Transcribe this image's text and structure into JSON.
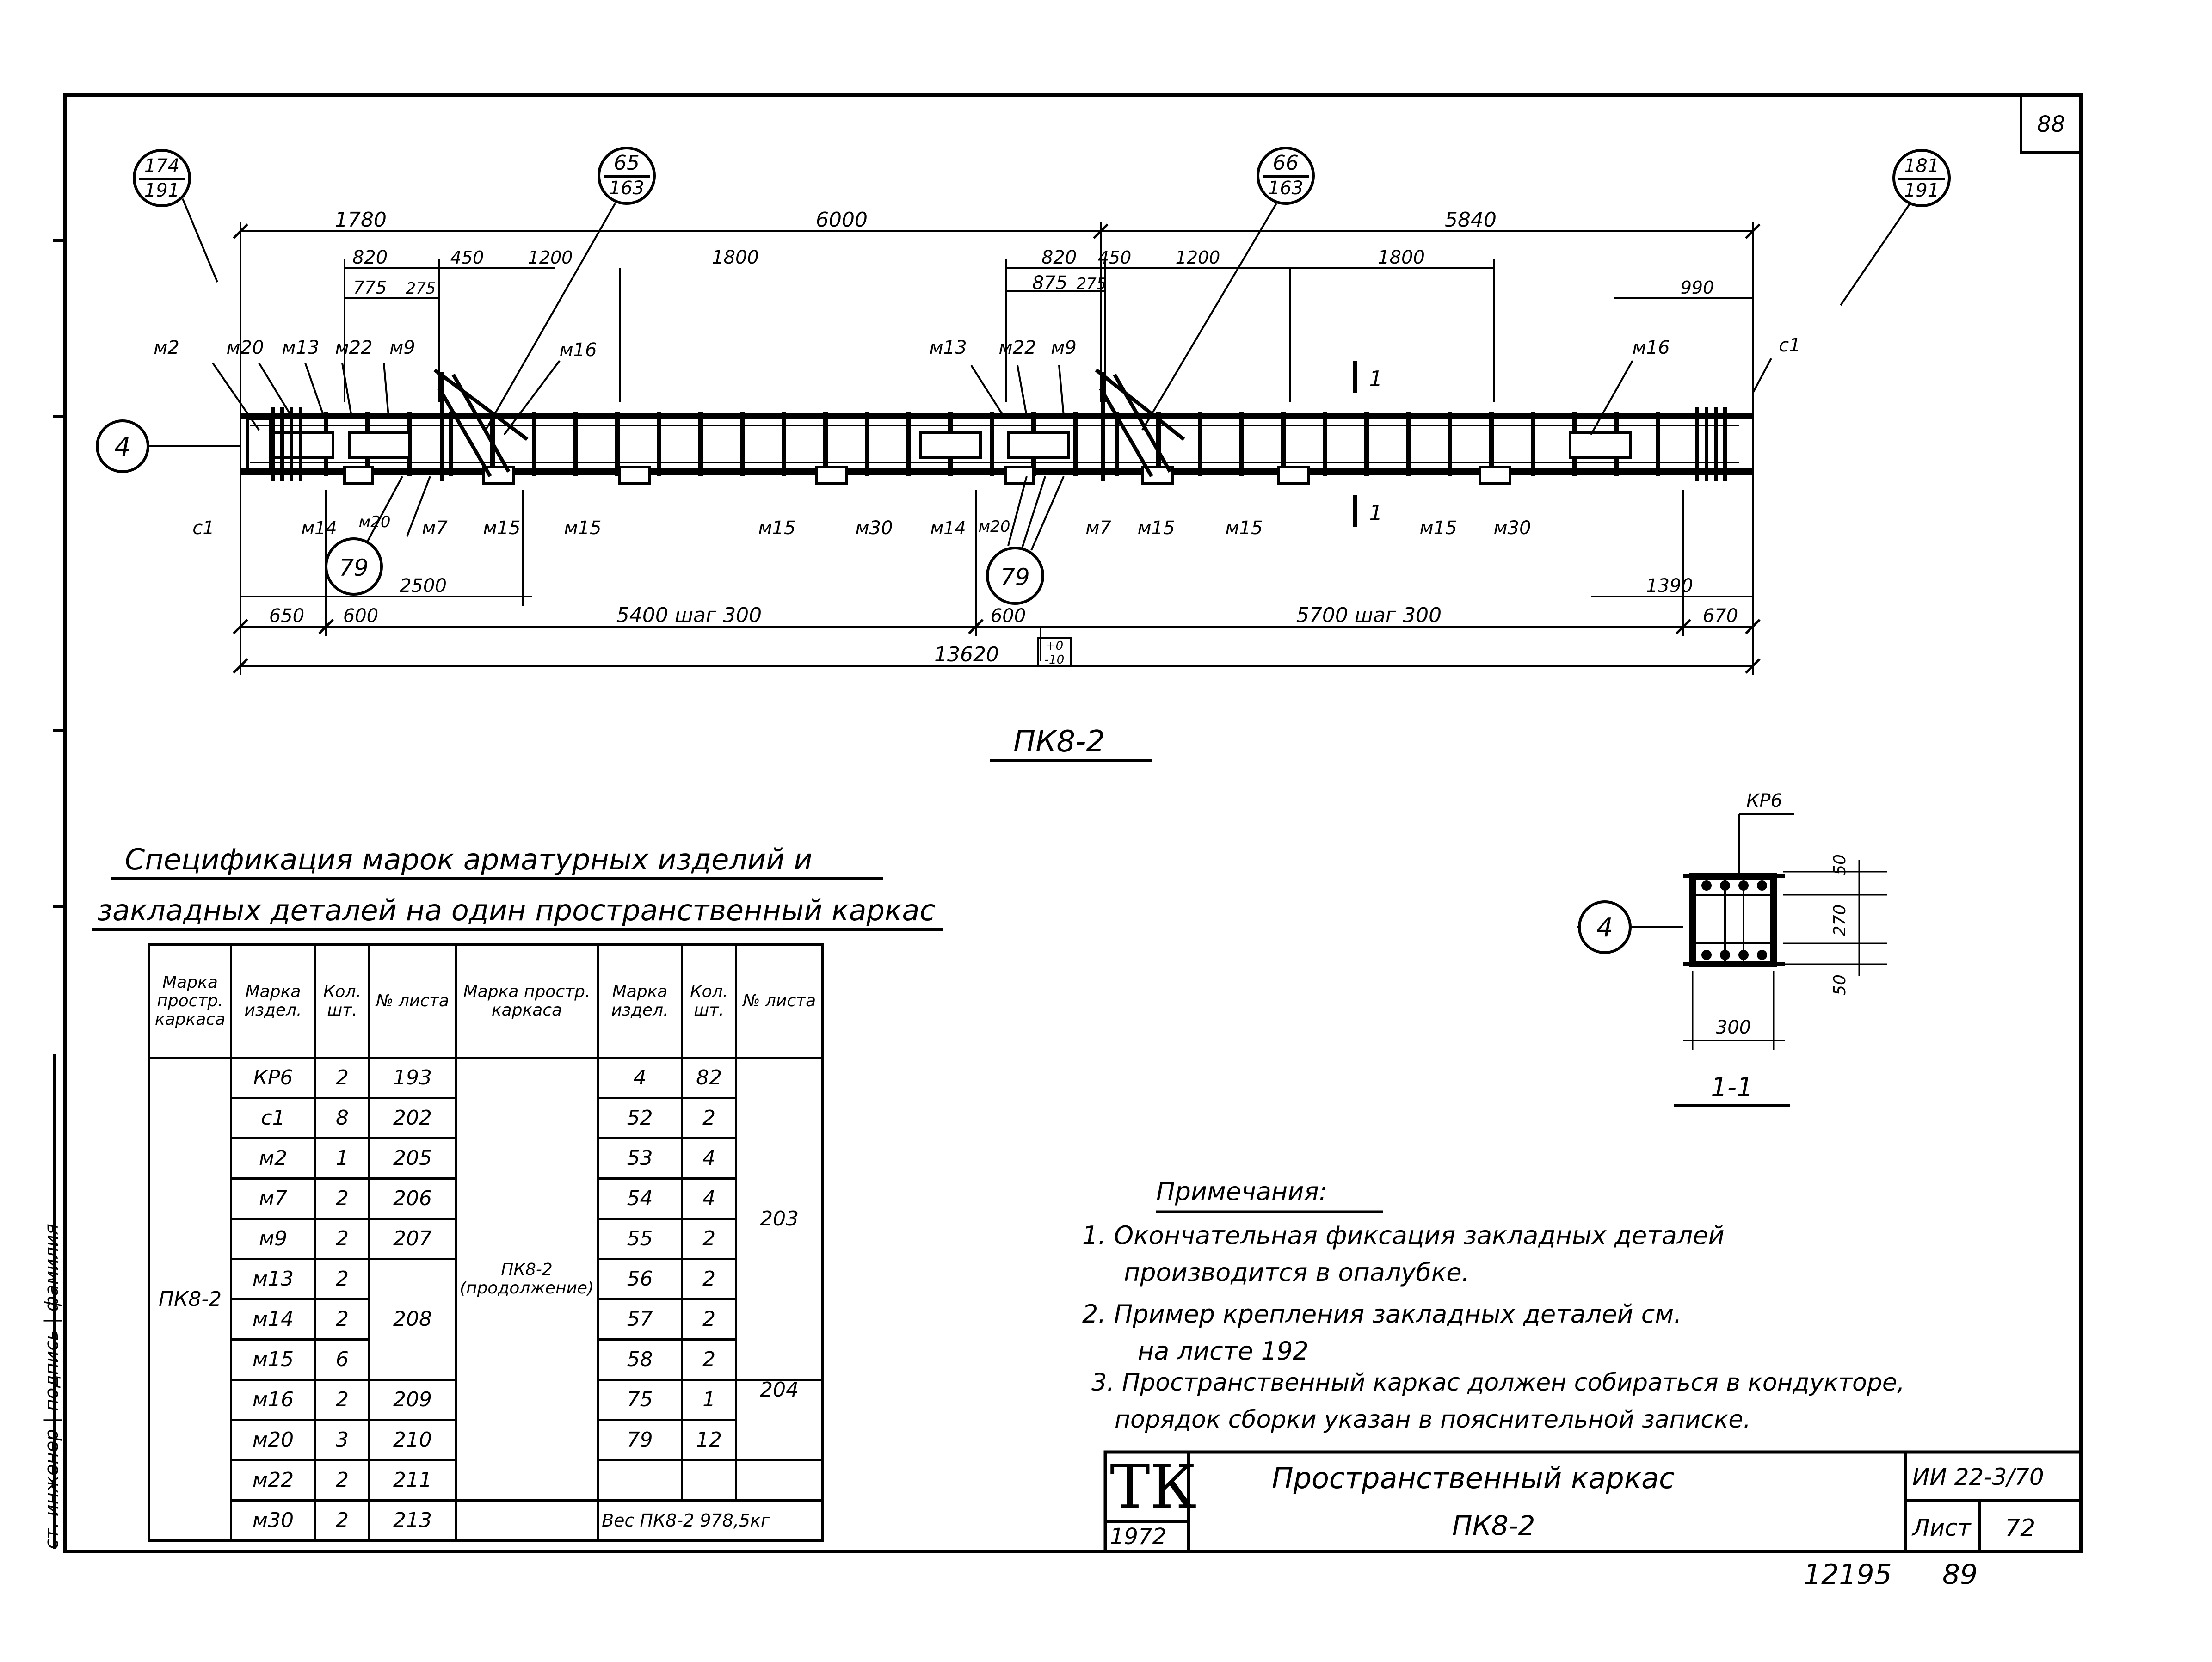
{
  "sheet": {
    "page_no": "88",
    "handwritten_bottom_left": "12195",
    "handwritten_bottom_right": "89"
  },
  "drawing": {
    "title": "ПК8-2",
    "ref_circles": [
      {
        "top": "174",
        "bottom": "191"
      },
      {
        "top": "65",
        "bottom": "163"
      },
      {
        "top": "66",
        "bottom": "163"
      },
      {
        "top": "181",
        "bottom": "191"
      }
    ],
    "node_circles": [
      "4",
      "79",
      "79"
    ],
    "section_mark": "1",
    "dims_top": [
      "1780",
      "6000",
      "5840",
      "820",
      "450",
      "1200",
      "1800",
      "820",
      "450",
      "1200",
      "1800",
      "775",
      "275",
      "875",
      "275",
      "990"
    ],
    "labels_top": [
      "м2",
      "м20",
      "м13",
      "м22",
      "м9",
      "м16",
      "м13",
      "м22",
      "м9",
      "м16",
      "с1"
    ],
    "labels_bottom": [
      "с1",
      "м14",
      "м20",
      "м7",
      "м15",
      "м15",
      "м15",
      "м30",
      "м14",
      "м20",
      "м7",
      "м15",
      "м15",
      "м15",
      "м30"
    ],
    "dims_bottom": [
      "2500",
      "650",
      "600",
      "5400 шаг 300",
      "600",
      "5700 шаг 300",
      "670",
      "1390",
      "13620"
    ],
    "tolerance_top": "+0",
    "tolerance_bottom": "-10"
  },
  "section": {
    "title": "1-1",
    "node": "4",
    "kr": "КР6",
    "dims": [
      "50",
      "270",
      "50",
      "300"
    ]
  },
  "spec": {
    "title_line1": "Спецификация марок арматурных изделий и",
    "title_line2": "закладных деталей на один пространственный каркас",
    "headers": [
      "Марка простр. каркаса",
      "Марка издел.",
      "Кол. шт.",
      "№ листа",
      "Марка простр. каркаса",
      "Марка издел.",
      "Кол. шт.",
      "№ листа"
    ],
    "frame_left": "ПК8-2",
    "frame_right": "ПК8-2 (продолжение)",
    "rows_left": [
      [
        "КР6",
        "2",
        "193"
      ],
      [
        "с1",
        "8",
        "202"
      ],
      [
        "м2",
        "1",
        "205"
      ],
      [
        "м7",
        "2",
        "206"
      ],
      [
        "м9",
        "2",
        "207"
      ],
      [
        "м13",
        "2",
        ""
      ],
      [
        "м14",
        "2",
        "208"
      ],
      [
        "м15",
        "6",
        ""
      ],
      [
        "м16",
        "2",
        "209"
      ],
      [
        "м20",
        "3",
        "210"
      ],
      [
        "м22",
        "2",
        "211"
      ],
      [
        "м30",
        "2",
        "213"
      ]
    ],
    "rows_right": [
      [
        "4",
        "82"
      ],
      [
        "52",
        "2"
      ],
      [
        "53",
        "4"
      ],
      [
        "54",
        "4"
      ],
      [
        "55",
        "2"
      ],
      [
        "56",
        "2"
      ],
      [
        "57",
        "2"
      ],
      [
        "58",
        "2"
      ],
      [
        "75",
        "1"
      ],
      [
        "79",
        "12"
      ]
    ],
    "sheet_203": "203",
    "sheet_204": "204",
    "weight": "Вес ПК8-2 978,5кг"
  },
  "notes": {
    "heading": "Примечания:",
    "n1a": "1. Окончательная фиксация закладных деталей",
    "n1b": "производится в опалубке.",
    "n2a": "2. Пример крепления закладных деталей см.",
    "n2b": "на листе 192",
    "n3a": "3. Пространственный каркас должен собираться в кондукторе,",
    "n3b": "порядок сборки указан в пояснительной записке."
  },
  "titleblock": {
    "logo": "ТК",
    "year": "1972",
    "name1": "Пространственный каркас",
    "name2": "ПК8-2",
    "code": "ИИ 22-3/70",
    "sheet_label": "Лист",
    "sheet_no": "72"
  },
  "margin": {
    "text": "ст. инженер | подпись | фамилия"
  }
}
